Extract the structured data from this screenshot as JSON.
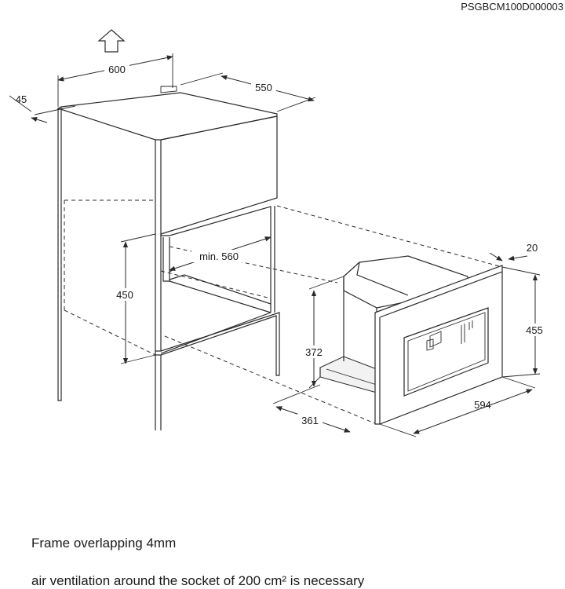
{
  "reference_code": "PSGBCM100D000003",
  "dimensions": {
    "width_600": "600",
    "depth_550": "550",
    "offset_45": "45",
    "height_450": "450",
    "inner_min_560": "min. 560",
    "frame_20": "20",
    "height_455": "455",
    "height_372": "372",
    "width_594": "594",
    "depth_361": "361"
  },
  "notes": [
    "Frame overlapping 4mm",
    "air ventilation around the socket of  200 cm² is necessary"
  ],
  "icons": {
    "direction_arrow": "up-arrow-icon"
  }
}
